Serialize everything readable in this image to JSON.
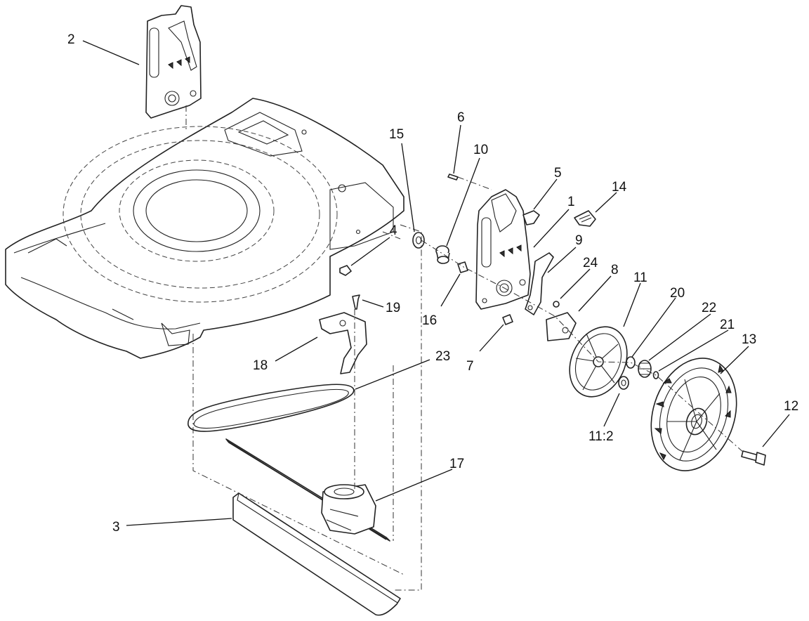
{
  "callouts": [
    {
      "id": "c2",
      "text": "2"
    },
    {
      "id": "c3",
      "text": "3"
    },
    {
      "id": "c4",
      "text": "4"
    },
    {
      "id": "c6",
      "text": "6"
    },
    {
      "id": "c15",
      "text": "15"
    },
    {
      "id": "c10",
      "text": "10"
    },
    {
      "id": "c5",
      "text": "5"
    },
    {
      "id": "c1",
      "text": "1"
    },
    {
      "id": "c14",
      "text": "14"
    },
    {
      "id": "c9",
      "text": "9"
    },
    {
      "id": "c24",
      "text": "24"
    },
    {
      "id": "c8",
      "text": "8"
    },
    {
      "id": "c11",
      "text": "11"
    },
    {
      "id": "c20",
      "text": "20"
    },
    {
      "id": "c22",
      "text": "22"
    },
    {
      "id": "c21",
      "text": "21"
    },
    {
      "id": "c13",
      "text": "13"
    },
    {
      "id": "c12",
      "text": "12"
    },
    {
      "id": "c19",
      "text": "19"
    },
    {
      "id": "c16",
      "text": "16"
    },
    {
      "id": "c7",
      "text": "7"
    },
    {
      "id": "c18",
      "text": "18"
    },
    {
      "id": "c23",
      "text": "23"
    },
    {
      "id": "c11_2",
      "text": "11:2"
    },
    {
      "id": "c17",
      "text": "17"
    }
  ]
}
